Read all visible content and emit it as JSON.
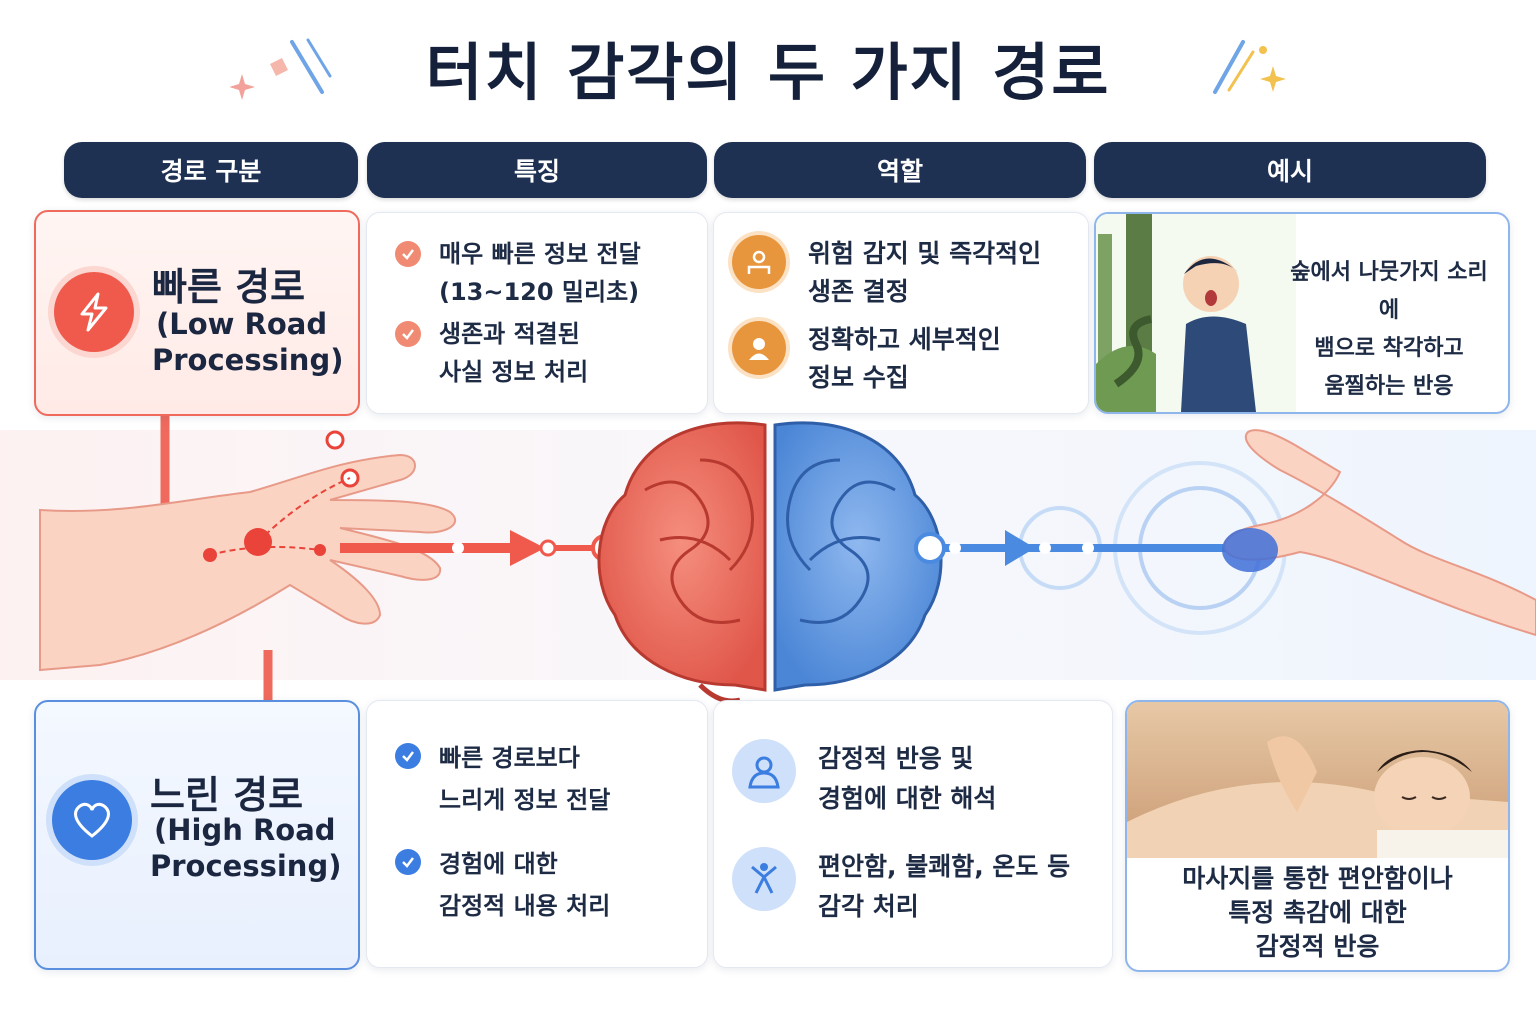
{
  "title": "터치 감각의 두 가지 경로",
  "headers": [
    "경로 구분",
    "특징",
    "역할",
    "예시"
  ],
  "fast": {
    "name": "빠른 경로",
    "sub1": "(Low Road",
    "sub2": "Processing)",
    "features": [
      {
        "line1": "매우 빠른 정보 전달",
        "line2": "(13~120 밀리초)"
      },
      {
        "line1": "생존과 적결된",
        "line2": "사실 정보 처리"
      }
    ],
    "roles": [
      {
        "line1": "위험 감지 및 즉각적인",
        "line2": "생존 결정"
      },
      {
        "line1": "정확하고 세부적인",
        "line2": "정보 수집"
      }
    ],
    "example": {
      "line1": "숲에서 나뭇가지 소리에",
      "line2": "뱀으로 착각하고",
      "line3": "움찔하는 반응"
    },
    "accent": "#ef6a5d",
    "icon": "lightning-icon"
  },
  "slow": {
    "name": "느린 경로",
    "sub1": "(High Road",
    "sub2": "Processing)",
    "features": [
      {
        "line1": "빠른 경로보다",
        "line2": "느리게 정보 전달"
      },
      {
        "line1": "경험에 대한",
        "line2": "감정적 내용 처리"
      }
    ],
    "roles": [
      {
        "line1": "감정적 반응 및",
        "line2": "경험에 대한 해석"
      },
      {
        "line1": "편안함, 불쾌함, 온도 등",
        "line2": "감각 처리"
      }
    ],
    "example": {
      "line1": "마사지를 통한 편안함이나",
      "line2": "특정 촉감에 대한",
      "line3": "감정적 반응"
    },
    "accent": "#3b7de0",
    "icon": "heart-icon"
  }
}
